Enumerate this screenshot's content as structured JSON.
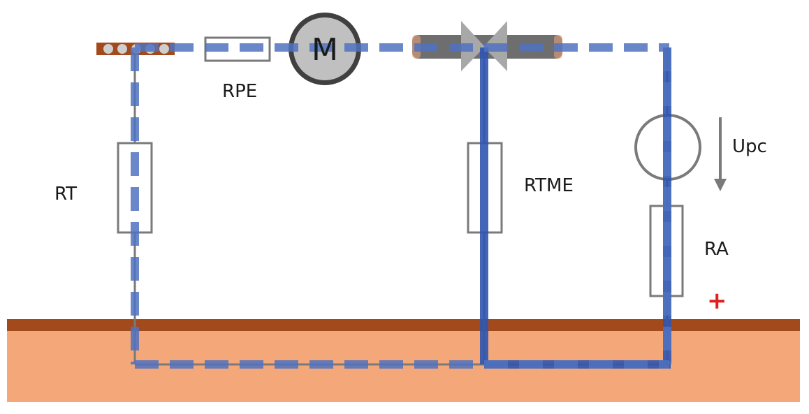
{
  "labels": {
    "rt": "RT",
    "rpe": "RPE",
    "motor": "M",
    "rtme": "RTME",
    "upc": "Upc",
    "ra": "RA",
    "plus": "+"
  },
  "colors": {
    "wire": "#7a7a7a",
    "current_dashed": "#4f72c0",
    "current_solid": "#2f55b0",
    "soil": "#f4a87a",
    "soil_top": "#a34a1c",
    "electrode": "#a34a1c",
    "motor_fill": "#c0c0c0",
    "motor_ring": "#404040",
    "pipe": "#6e6e6e",
    "valve": "#a8a8a8",
    "plus": "#e02020"
  },
  "icons": {
    "motor": "motor-symbol-icon",
    "source": "voltage-source-icon",
    "arrow": "voltage-arrow-icon",
    "valve": "valve-icon"
  }
}
